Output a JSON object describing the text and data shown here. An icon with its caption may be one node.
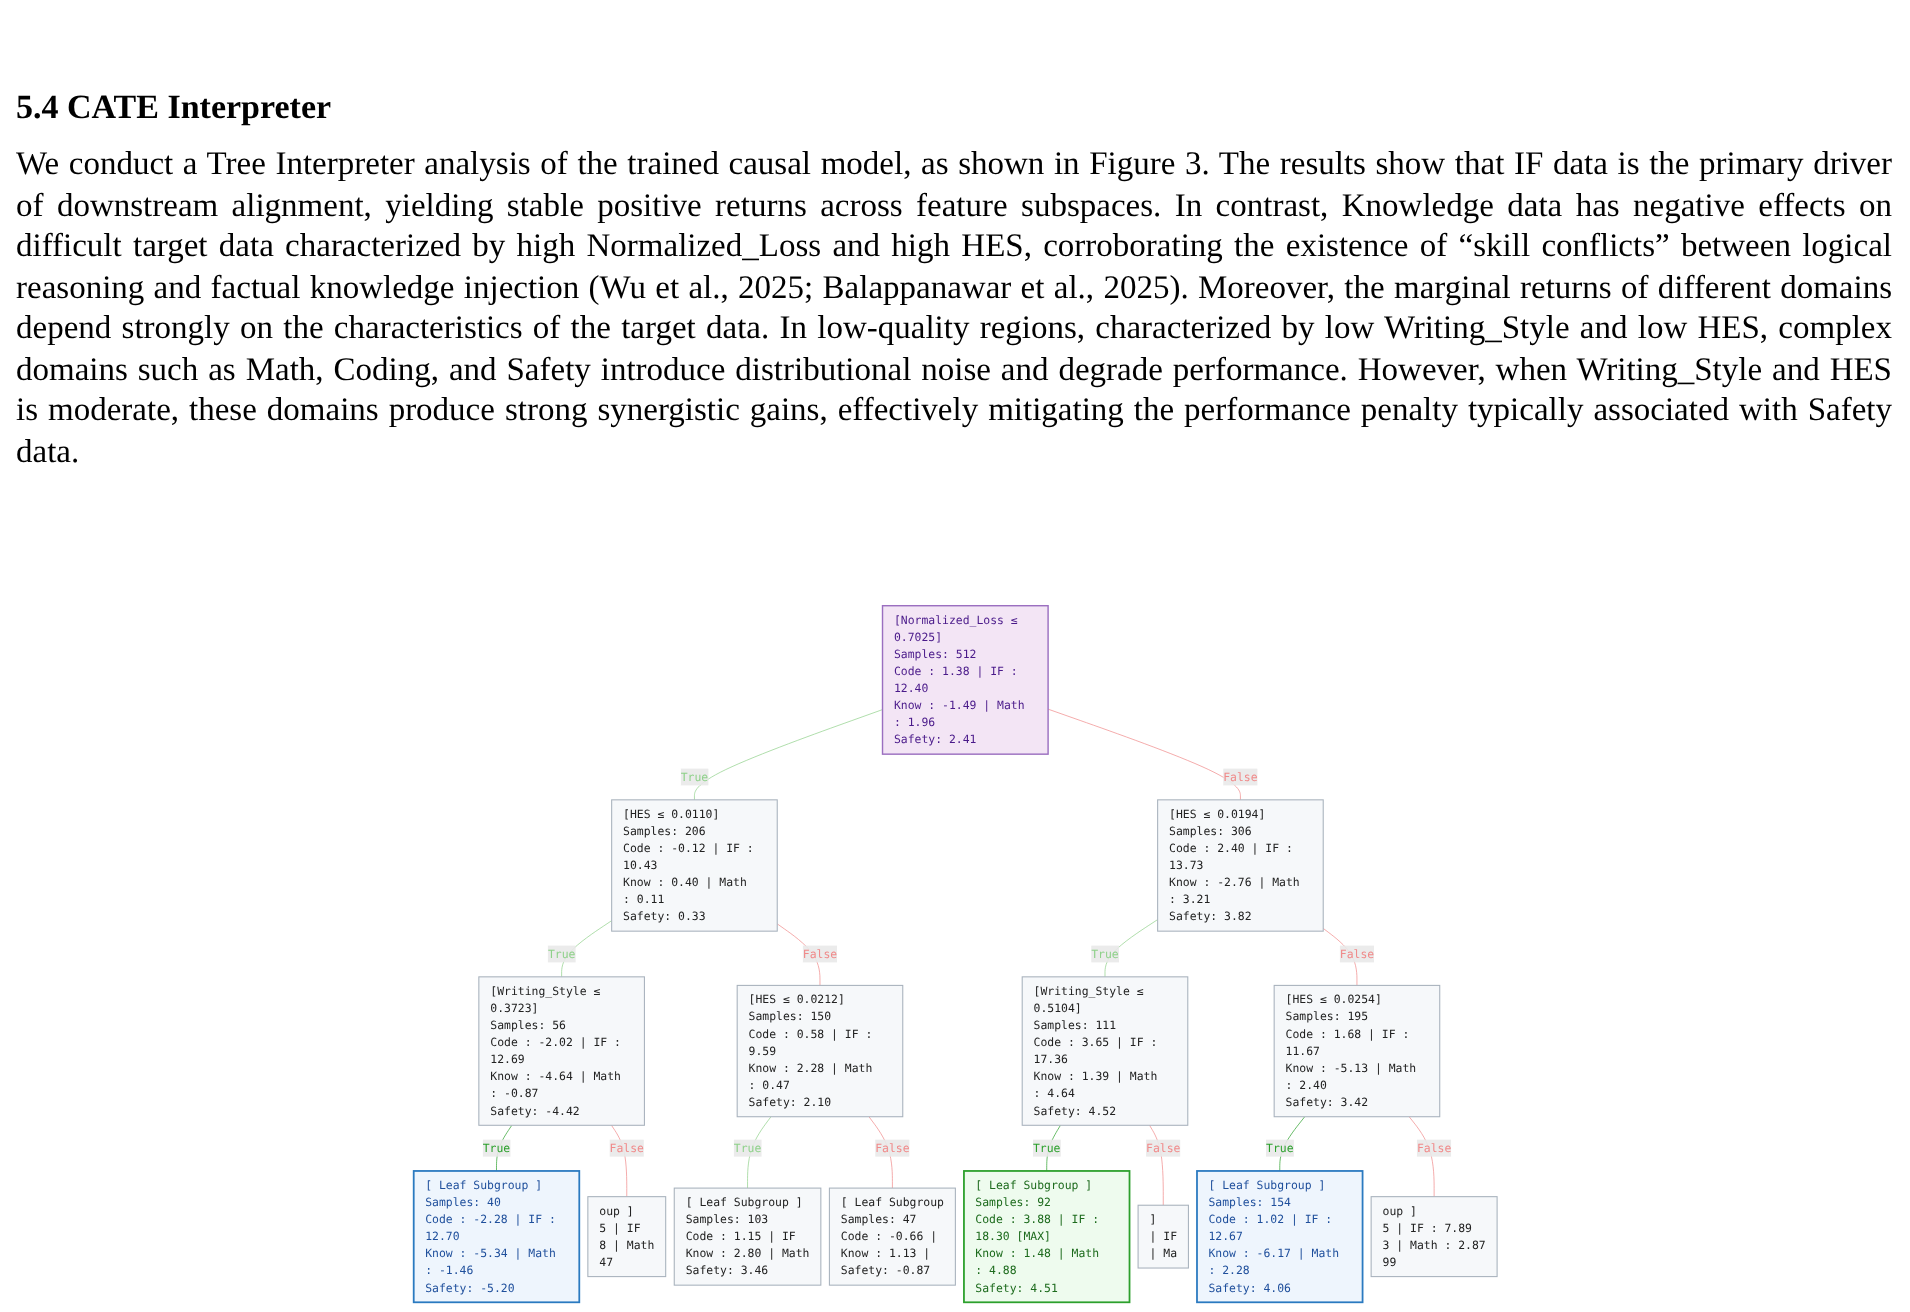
{
  "diagram": {
    "title": "5.4 CATE Interpreter",
    "nodes": [
      {
        "text": [
          "[Normalized_Loss ≤ 0.7025]",
          "Samples: 512",
          "Code : 1.38 | IF : 12.40",
          "Know : -1.49 | Math : 1.96",
          "Safety: 2.41"
        ]
      },
      {
        "text": [
          "[HES ≤ 0.0110]",
          "Samples: 206",
          "Code : -0.12 | IF : 10.43",
          "Know : 0.40 | Math : 0.11",
          "Safety: 0.33"
        ]
      },
      {
        "text": [
          "[HES ≤ 0.0194]",
          "Samples: 306",
          "Code : 2.40 | IF : 13.73",
          "Know : -2.76 | Math : 3.21",
          "Safety: 3.82"
        ]
      },
      {
        "text": [
          "[Writing_Style ≤ 0.3723]",
          "Samples: 56",
          "Code : -2.02 | IF : 12.69",
          "Know : -4.64 | Math : -0.87",
          "Safety: -4.42"
        ]
      },
      {
        "text": [
          "[HES ≤ 0.0212]",
          "Samples: 150",
          "Code : 0.58 | IF : 9.59",
          "Know : 2.28 | Math : 0.47",
          "Safety: 2.10"
        ]
      },
      {
        "text": [
          "[Writing_Style ≤ 0.5104]",
          "Samples: 111",
          "Code : 3.65 | IF : 17.36",
          "Know : 1.39 | Math : 4.64",
          "Safety: 4.52"
        ]
      },
      {
        "text": [
          "[HES ≤ 0.0254]",
          "Samples: 195",
          "Code : 1.68 | IF : 11.67",
          "Know : -5.13 | Math : 2.40",
          "Safety: 3.42"
        ]
      },
      {
        "text": [
          "[ Leaf Subgroup ]",
          "Samples: 40",
          "Code : -2.28 | IF : 12.70",
          "Know : -5.34 | Math : -1.46",
          "Safety: -5.20"
        ]
      },
      {
        "text": [
          "oup ]",
          "5 | IF",
          "8 | Math",
          "47"
        ]
      },
      {
        "text": [
          "[ Leaf Subgroup ]",
          "Samples: 103",
          "Code : 1.15 | IF",
          "Know : 2.80 | Math",
          "Safety: 3.46"
        ]
      },
      {
        "text": [
          "[ Leaf Subgroup",
          "Samples: 47",
          "Code : -0.66 |",
          "Know : 1.13 |",
          "Safety: -0.87"
        ]
      },
      {
        "text": [
          "[ Leaf Subgroup ]",
          "Samples: 92",
          "Code : 3.88 | IF : 18.30 [MAX]",
          "Know : 1.48 | Math : 4.88",
          "Safety: 4.51"
        ]
      },
      {
        "text": [
          "]",
          "| IF",
          "| Ma"
        ]
      },
      {
        "text": [
          "[ Leaf Subgroup ]",
          "Samples: 154",
          "Code : 1.02 | IF : 12.67",
          "Know : -6.17 | Math : 2.28",
          "Safety: 4.06"
        ]
      },
      {
        "text": [
          "oup ]",
          "5 | IF : 7.89",
          "3 | Math : 2.87",
          "99"
        ]
      }
    ],
    "edges": [
      {
        "from": 0,
        "to": 1,
        "arrow": "none",
        "label": "True",
        "color": "#8fd18a"
      },
      {
        "from": 0,
        "to": 2,
        "arrow": "none",
        "label": "False",
        "color": "#f08a8a"
      },
      {
        "from": 1,
        "to": 3,
        "arrow": "none",
        "label": "True",
        "color": "#8fd18a"
      },
      {
        "from": 1,
        "to": 4,
        "arrow": "none",
        "label": "False",
        "color": "#f08a8a"
      },
      {
        "from": 2,
        "to": 5,
        "arrow": "none",
        "label": "True",
        "color": "#8fd18a"
      },
      {
        "from": 2,
        "to": 6,
        "arrow": "none",
        "label": "False",
        "color": "#f08a8a"
      },
      {
        "from": 3,
        "to": 7,
        "arrow": "none",
        "label": "True",
        "color": "#2ca02c"
      },
      {
        "from": 3,
        "to": 8,
        "arrow": "none",
        "label": "False",
        "color": "#f08a8a"
      },
      {
        "from": 4,
        "to": 9,
        "arrow": "none",
        "label": "True",
        "color": "#8fd18a"
      },
      {
        "from": 4,
        "to": 10,
        "arrow": "none",
        "label": "False",
        "color": "#f08a8a"
      },
      {
        "from": 5,
        "to": 11,
        "arrow": "none",
        "label": "True",
        "color": "#2ca02c"
      },
      {
        "from": 5,
        "to": 12,
        "arrow": "none",
        "label": "False",
        "color": "#f08a8a"
      },
      {
        "from": 6,
        "to": 13,
        "arrow": "none",
        "label": "True",
        "color": "#2ca02c"
      },
      {
        "from": 6,
        "to": 14,
        "arrow": "none",
        "label": "False",
        "color": "#f08a8a"
      }
    ],
    "labels": [
      "We conduct a Tree Interpreter analysis of the trained causal model, as shown in Figure 3. The results show that IF data is the primary driver of downstream alignment, yielding stable positive returns across feature subspaces. In contrast, Knowledge data has negative effects on difficult target data characterized by high Normalized_Loss and high HES, corroborating the existence of “skill conflicts” between logical reasoning and factual knowledge injection (Wu et al., 2025; Balappanawar et al., 2025). Moreover, the marginal returns of different domains depend strongly on the characteristics of the target data. In low-quality regions, characterized by low Writing_Style and low HES, complex domains such as Math, Coding, and Safety introduce distributional noise and degrade performance. However, when Writing_Style and HES is moderate, these domains produce strong synergistic gains, effectively mitigating the performance penalty typically associated with Safety data."
    ]
  }
}
